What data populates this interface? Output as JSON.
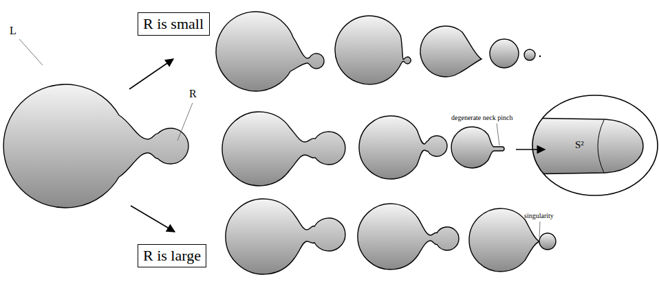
{
  "diagram": {
    "nodes": [
      {
        "text": [
          "R is small"
        ]
      },
      {
        "text": [
          "R is large"
        ]
      }
    ],
    "labels": [
      "L",
      "R",
      "degenerate neck pinch",
      "S²",
      "singularity"
    ]
  }
}
